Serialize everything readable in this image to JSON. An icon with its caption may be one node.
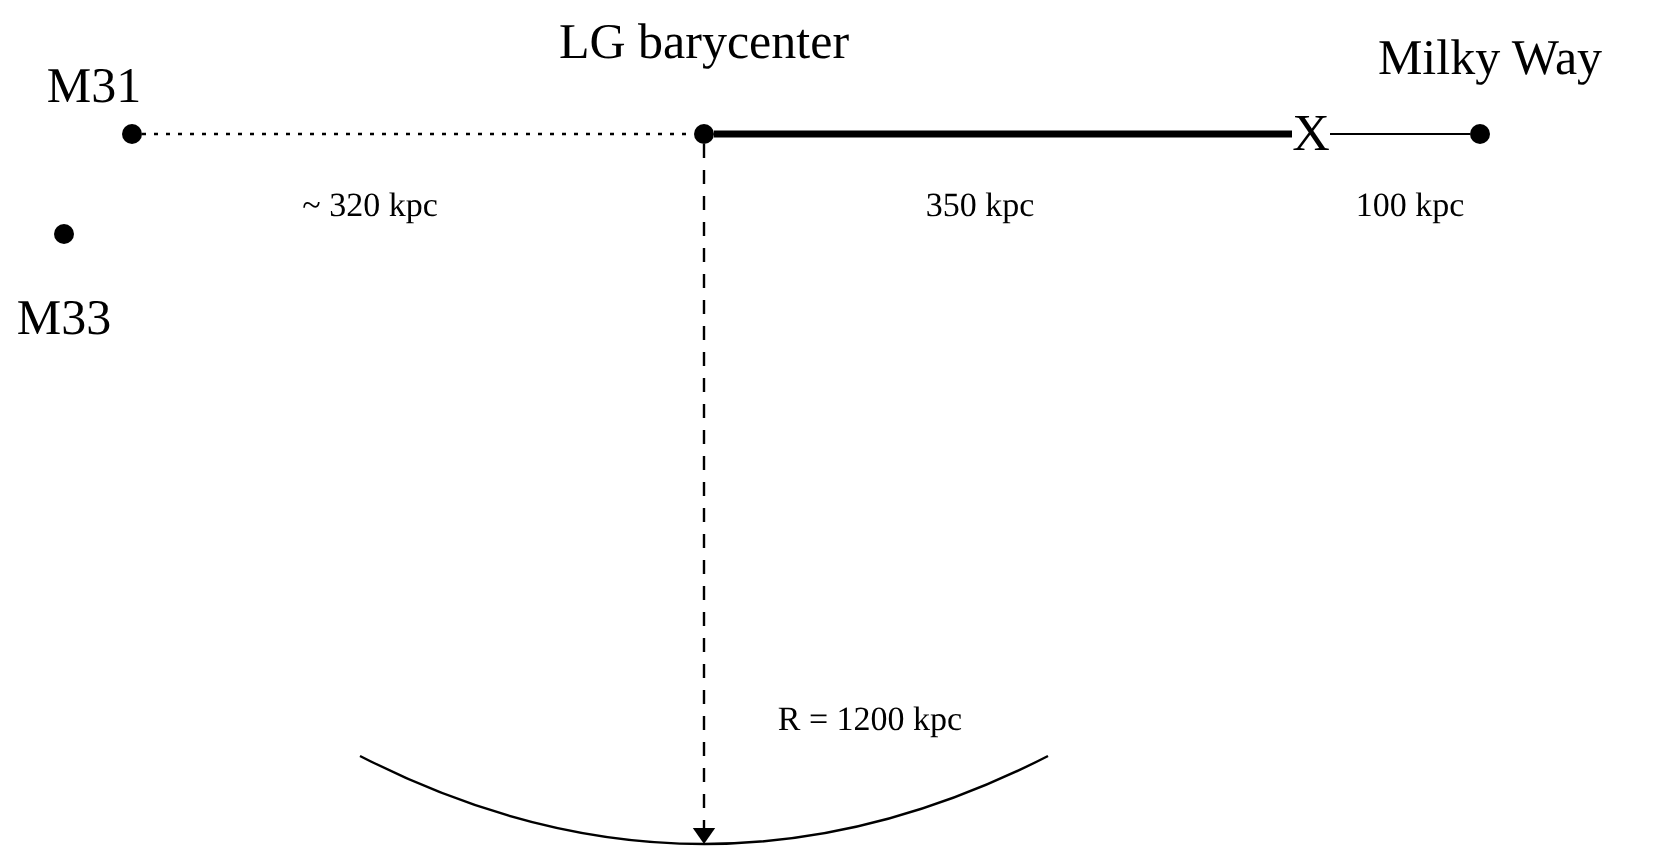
{
  "diagram": {
    "nodes": [
      {
        "text": [],
        "shape": "circle",
        "beside": [
          "M31"
        ]
      },
      {
        "text": [],
        "shape": "circle",
        "beside": [
          "LG barycenter"
        ]
      },
      {
        "text": [
          "X"
        ]
      },
      {
        "text": [],
        "shape": "circle",
        "beside": [
          "Milky Way"
        ]
      },
      {
        "text": [],
        "shape": "circle",
        "beside": [
          "M33"
        ]
      },
      {
        "text": [],
        "shape": "arc"
      }
    ],
    "edges": [
      {
        "from": 0,
        "to": 1,
        "arrow": "none",
        "style": "dashed",
        "label": "~ 320 kpc"
      },
      {
        "from": 1,
        "to": 2,
        "arrow": "none",
        "style": "thick",
        "label": "350 kpc"
      },
      {
        "from": 2,
        "to": 3,
        "arrow": "none",
        "label": "100 kpc"
      },
      {
        "from": 1,
        "to": 5,
        "arrow": "to",
        "style": "dashed",
        "label": "R = 1200 kpc"
      }
    ]
  }
}
